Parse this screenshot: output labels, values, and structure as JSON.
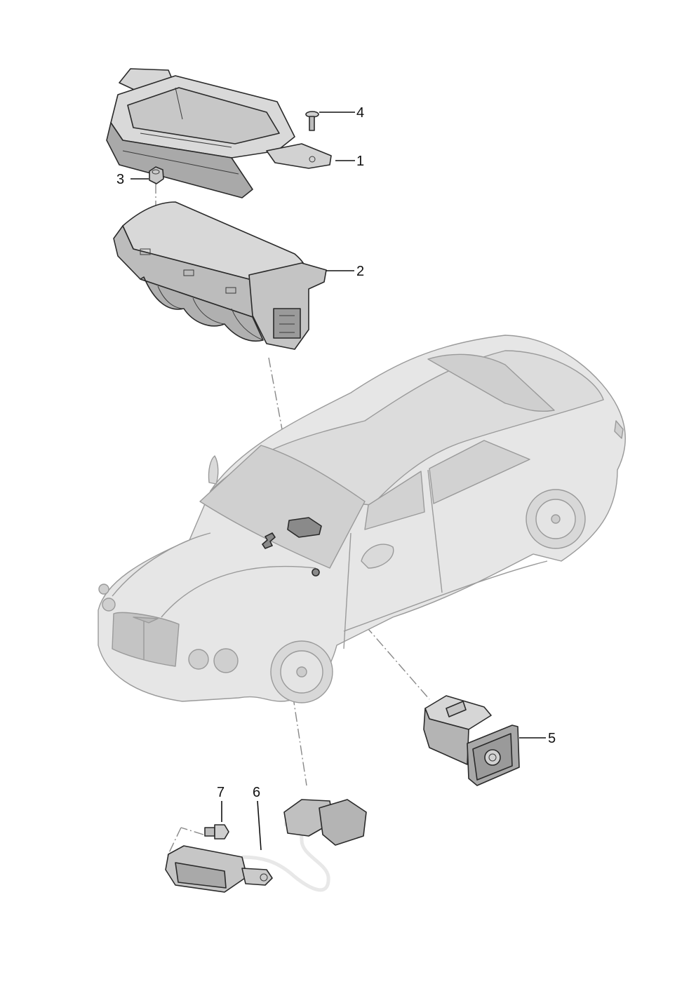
{
  "callouts": [
    {
      "id": "1",
      "label": "1"
    },
    {
      "id": "2",
      "label": "2"
    },
    {
      "id": "3",
      "label": "3"
    },
    {
      "id": "4",
      "label": "4"
    },
    {
      "id": "5",
      "label": "5"
    },
    {
      "id": "6",
      "label": "6"
    },
    {
      "id": "7",
      "label": "7"
    }
  ],
  "parts": [
    {
      "id": "1",
      "icon": "airbag-cover-bracket-icon"
    },
    {
      "id": "2",
      "icon": "passenger-airbag-module-icon"
    },
    {
      "id": "3",
      "icon": "hex-nut-icon"
    },
    {
      "id": "4",
      "icon": "screw-icon"
    },
    {
      "id": "5",
      "icon": "airbag-switch-housing-icon"
    },
    {
      "id": "6",
      "icon": "wiring-harness-sensor-icon"
    },
    {
      "id": "7",
      "icon": "bolt-icon"
    },
    {
      "id": "car",
      "icon": "sedan-car-icon"
    }
  ],
  "colors": {
    "part_fill": "#d9d9d9",
    "part_dark": "#9d9d9d",
    "car_fill": "#e4e4e4",
    "line": "#111111"
  }
}
